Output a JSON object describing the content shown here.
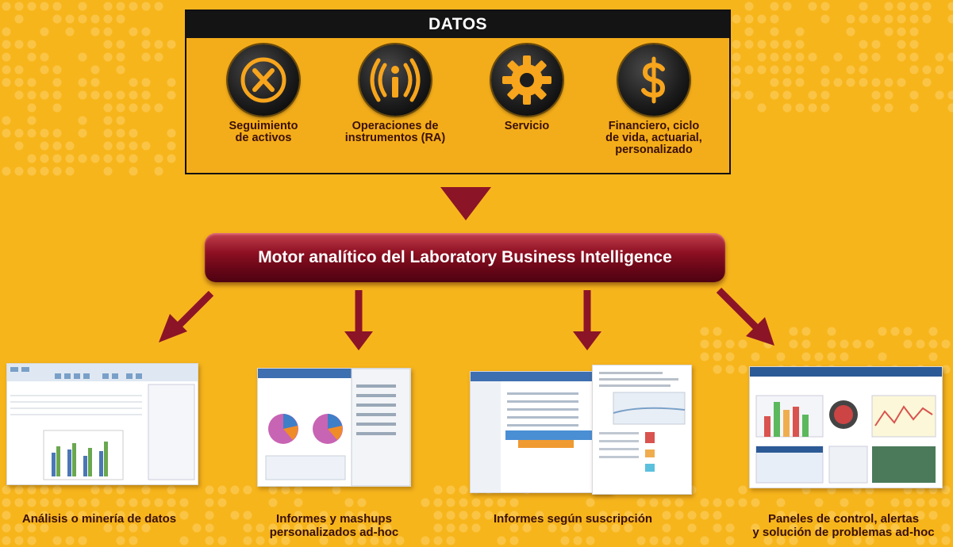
{
  "data_panel": {
    "title": "DATOS",
    "sources": [
      {
        "icon": "x-circle-icon",
        "line1": "Seguimiento",
        "line2": "de activos",
        "line3": ""
      },
      {
        "icon": "wireless-signal-icon",
        "line1": "Operaciones de",
        "line2": "instrumentos (RA)",
        "line3": ""
      },
      {
        "icon": "gear-icon",
        "line1": "Servicio",
        "line2": "",
        "line3": ""
      },
      {
        "icon": "dollar-icon",
        "line1": "Financiero, ciclo",
        "line2": "de vida, actuarial,",
        "line3": "personalizado"
      }
    ]
  },
  "engine": {
    "label": "Motor analítico del Laboratory Business Intelligence"
  },
  "outputs": [
    {
      "line1": "Análisis o minería de datos",
      "line2": ""
    },
    {
      "line1": "Informes y mashups",
      "line2": "personalizados ad-hoc"
    },
    {
      "line1": "Informes según suscripción",
      "line2": ""
    },
    {
      "line1": "Paneles de control, alertas",
      "line2": "y solución de problemas ad-hoc"
    }
  ],
  "colors": {
    "background": "#f7b51c",
    "panel_header": "#141414",
    "arrow": "#8c1427",
    "icon_glyph": "#f7a51c",
    "label_text": "#3a1006"
  }
}
